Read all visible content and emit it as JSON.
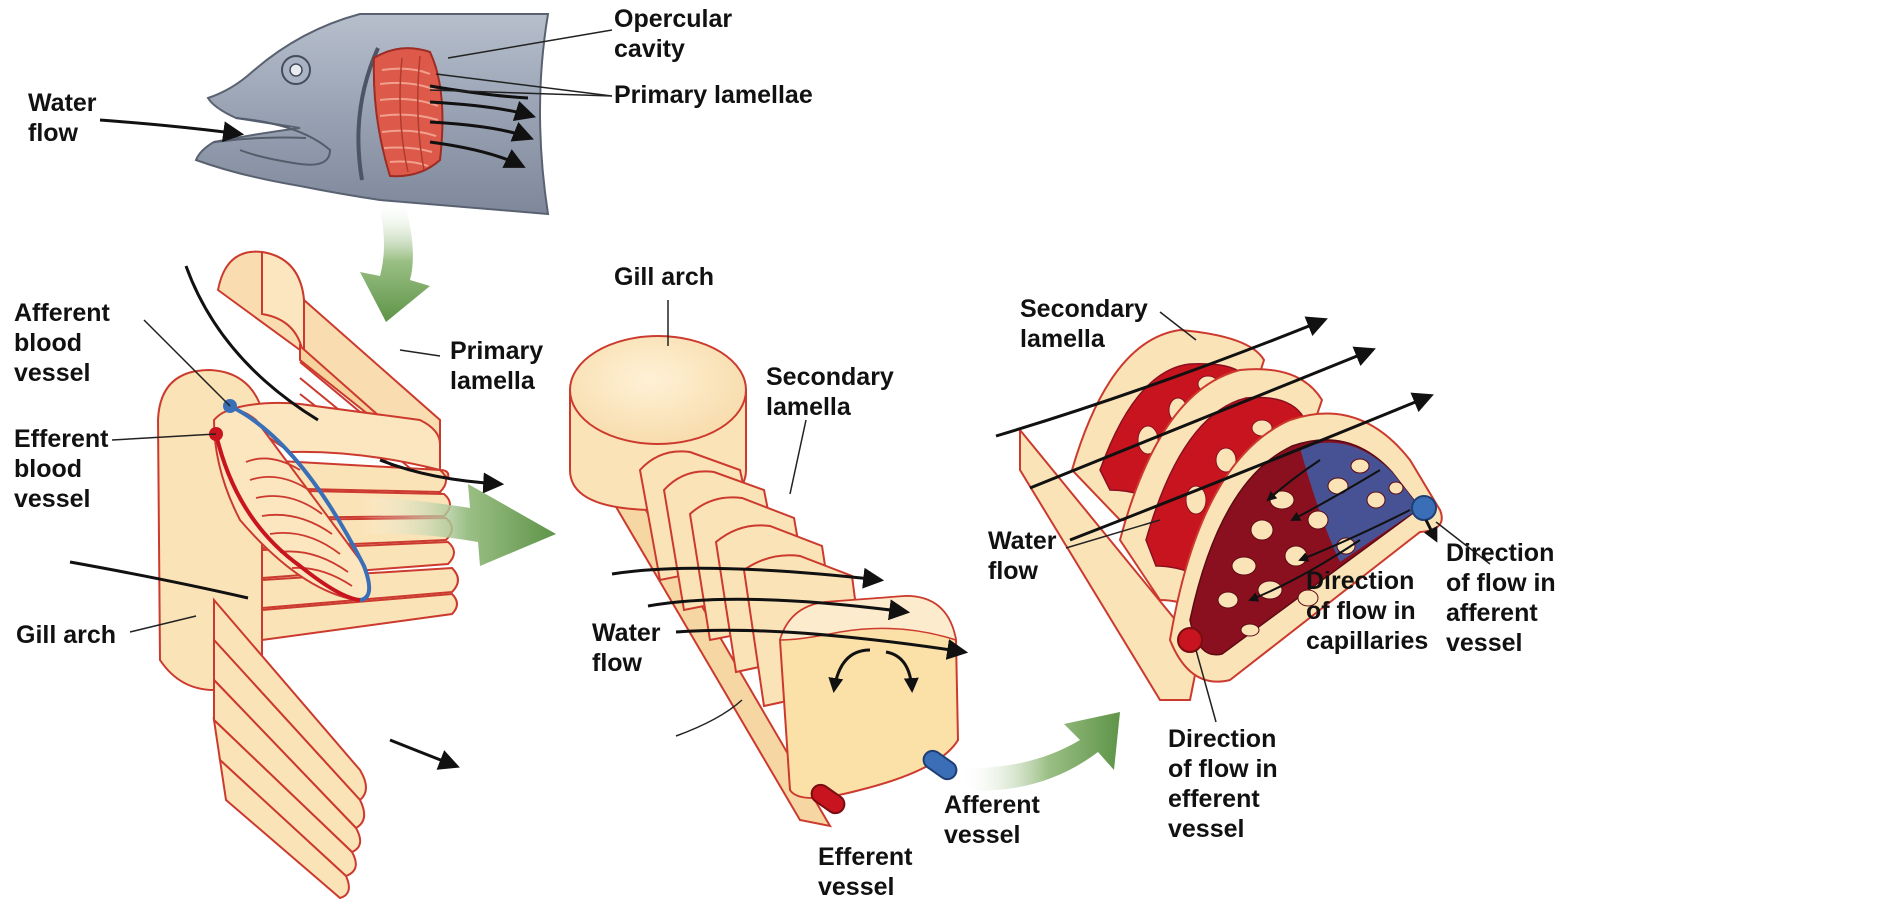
{
  "labels": {
    "opercular_cavity": "Opercular\ncavity",
    "primary_lamellae": "Primary lamellae",
    "water_flow_head": "Water\nflow",
    "afferent_blood_vessel": "Afferent\nblood\nvessel",
    "efferent_blood_vessel": "Efferent\nblood\nvessel",
    "primary_lamella": "Primary\nlamella",
    "gill_arch_left": "Gill arch",
    "gill_arch_mid": "Gill arch",
    "secondary_lamella_mid": "Secondary\nlamella",
    "water_flow_mid": "Water\nflow",
    "efferent_vessel": "Efferent\nvessel",
    "afferent_vessel": "Afferent\nvessel",
    "secondary_lamella_right": "Secondary\nlamella",
    "water_flow_right": "Water\nflow",
    "direction_capillaries": "Direction\nof flow in\ncapillaries",
    "direction_afferent": "Direction\nof flow in\nafferent\nvessel",
    "direction_efferent": "Direction\nof flow in\nefferent\nvessel"
  },
  "colors": {
    "fish_body": "#9aa4b4",
    "gill_tissue": "#d9584a",
    "lamella_fill": "#fbe3b8",
    "lamella_outline": "#cc3a2e",
    "afferent_blue": "#3a6fb8",
    "efferent_red": "#c8141e",
    "capillary_dark_red": "#8a1020",
    "transition_arrow_green": "#6a9a52",
    "flow_arrow": "#111111"
  }
}
